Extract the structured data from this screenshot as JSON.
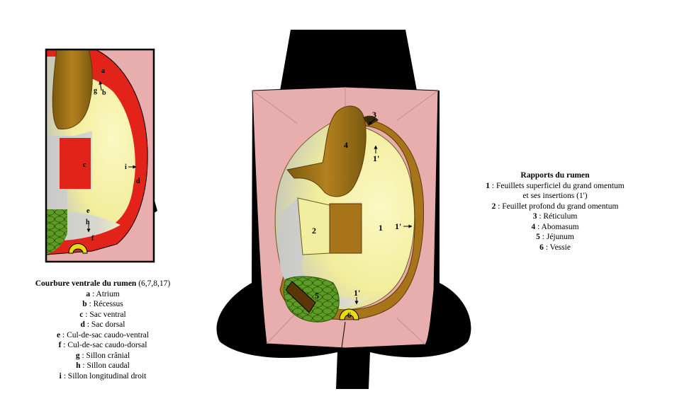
{
  "inset_labels": {
    "a": "a",
    "b": "b",
    "c": "c",
    "d": "d",
    "e": "e",
    "f": "f",
    "g": "g",
    "h": "h",
    "i": "i"
  },
  "main_labels": {
    "n1": "1",
    "n1p_top": "1'",
    "n1p_right": "1'",
    "n1p_bottom": "1'",
    "n2": "2",
    "n3": "3",
    "n4": "4",
    "n5": "5",
    "n6": "6"
  },
  "left_caption": {
    "title": "Courbure ventrale du rumen",
    "title_suffix": " (6,7,8,17)",
    "items": [
      {
        "key": "a",
        "text": " : Atrium"
      },
      {
        "key": "b",
        "text": " : Récessus"
      },
      {
        "key": "c",
        "text": " : Sac ventral"
      },
      {
        "key": "d",
        "text": " : Sac dorsal"
      },
      {
        "key": "e",
        "text": " : Cul-de-sac caudo-ventral"
      },
      {
        "key": "f",
        "text": " : Cul-de-sac caudo-dorsal"
      },
      {
        "key": "g",
        "text": " : Sillon crânial"
      },
      {
        "key": "h",
        "text": " : Sillon caudal"
      },
      {
        "key": "i",
        "text": " : Sillon longitudinal droit"
      }
    ]
  },
  "right_caption": {
    "title": "Rapports du rumen",
    "items": [
      {
        "key": "1",
        "text": " : Feuillets superficiel du grand omentum"
      },
      {
        "key": "",
        "text": "et ses insertions (1')"
      },
      {
        "key": "2",
        "text": " : Feuillet profond du grand omentum"
      },
      {
        "key": "3",
        "text": " : Réticulum"
      },
      {
        "key": "4",
        "text": " : Abomasum"
      },
      {
        "key": "5",
        "text": " : Jéjunum"
      },
      {
        "key": "6",
        "text": " : Vessie"
      }
    ]
  },
  "colors": {
    "pink": "#e8aeae",
    "red": "#e2231a",
    "cream": "#f7f3a6",
    "brown": "#a8741a",
    "green": "#4d8a1a",
    "yellow": "#e8dc10"
  }
}
